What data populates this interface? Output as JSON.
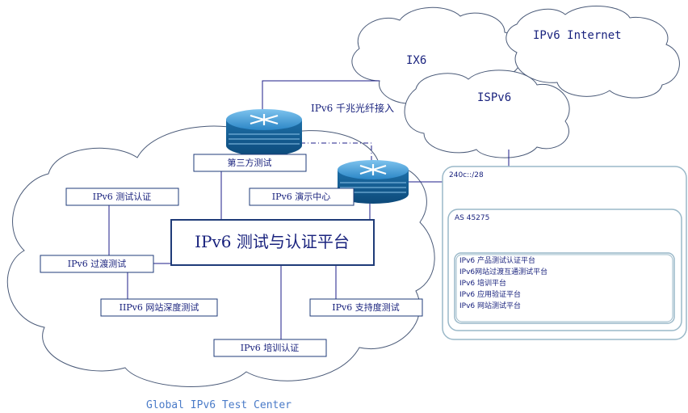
{
  "clouds": {
    "ix6": "IX6",
    "internet": "IPv6 Internet",
    "isp": "ISPv6"
  },
  "uplink_label": "IPv6 千兆光纤接入",
  "center_title": "IPv6 测试与认证平台",
  "boxes": {
    "third_party": "第三方测试",
    "test_cert": "IPv6 测试认证",
    "demo": "IPv6 演示中心",
    "transition": "IPv6 过渡测试",
    "site_depth": "IIPv6 网站深度测试",
    "support": "IPv6 支持度测试",
    "training": "IPv6 培训认证"
  },
  "network_panel": {
    "prefix": "240c::/28",
    "as_label": "AS 45275",
    "platforms": [
      "IPv6 产品测试认证平台",
      "IPv6网站过渡互通测试平台",
      "IPv6 培训平台",
      "IPv6 应用验证平台",
      "IPv6 网站测试平台"
    ]
  },
  "footer": "Global IPv6 Test Center",
  "colors": {
    "text": "#1a237e",
    "line": "#1d1d8a",
    "router": "#1a6fb0",
    "footer": "#4a7bc8"
  }
}
